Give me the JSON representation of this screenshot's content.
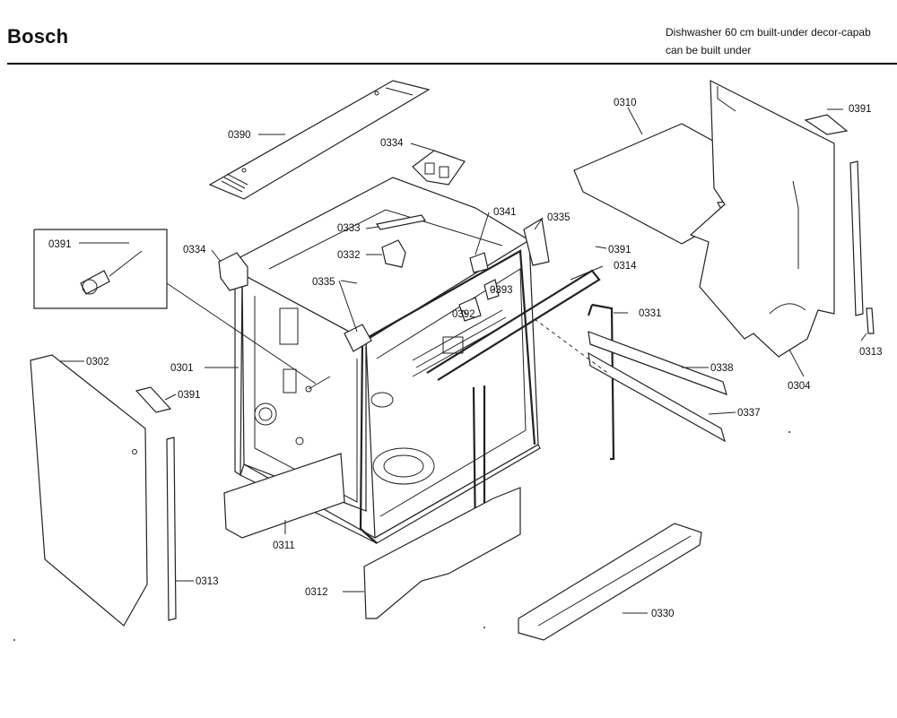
{
  "header": {
    "brand": "Bosch",
    "description_line1": "Dishwasher 60 cm built-under decor-capab",
    "description_line2": "can be built under"
  },
  "parts": [
    {
      "id": "0390",
      "label": "0390"
    },
    {
      "id": "0334a",
      "label": "0334"
    },
    {
      "id": "0310",
      "label": "0310"
    },
    {
      "id": "0391a",
      "label": "0391"
    },
    {
      "id": "0333",
      "label": "0333"
    },
    {
      "id": "0341",
      "label": "0341"
    },
    {
      "id": "0335a",
      "label": "0335"
    },
    {
      "id": "0391b",
      "label": "0391"
    },
    {
      "id": "0334b",
      "label": "0334"
    },
    {
      "id": "0332",
      "label": "0332"
    },
    {
      "id": "0314",
      "label": "0314"
    },
    {
      "id": "0391c",
      "label": "0391"
    },
    {
      "id": "0335b",
      "label": "0335"
    },
    {
      "id": "0393",
      "label": "0393"
    },
    {
      "id": "0392",
      "label": "0392"
    },
    {
      "id": "0331",
      "label": "0331"
    },
    {
      "id": "0313a",
      "label": "0313"
    },
    {
      "id": "0302",
      "label": "0302"
    },
    {
      "id": "0301",
      "label": "0301"
    },
    {
      "id": "0338",
      "label": "0338"
    },
    {
      "id": "0304",
      "label": "0304"
    },
    {
      "id": "0391d",
      "label": "0391"
    },
    {
      "id": "0337",
      "label": "0337"
    },
    {
      "id": "0311",
      "label": "0311"
    },
    {
      "id": "0313b",
      "label": "0313"
    },
    {
      "id": "0312",
      "label": "0312"
    },
    {
      "id": "0330",
      "label": "0330"
    }
  ]
}
